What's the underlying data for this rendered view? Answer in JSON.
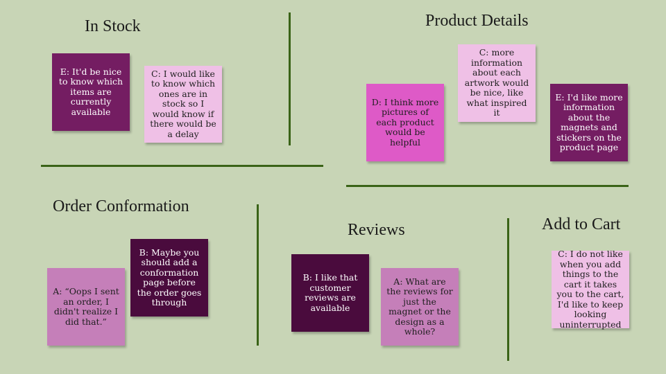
{
  "sections": {
    "in_stock": "In Stock",
    "product_details": "Product Details",
    "order_confirmation": "Order Conformation",
    "reviews": "Reviews",
    "add_to_cart": "Add to Cart"
  },
  "notes": {
    "in_stock_e": "E: It'd be nice to know which items are currently available",
    "in_stock_c": "C: I would like to know which ones are in stock so I would know if there would be a delay",
    "product_c": "C: more information about each artwork would be nice, like what inspired it",
    "product_d": "D: I think more pictures of each product would be helpful",
    "product_e": "E: I'd like more information about the magnets and stickers on the product page",
    "order_b": "B: Maybe you should add a conformation page before the order goes through",
    "order_a": "A: “Oops I sent an order, I didn't realize I did that.”",
    "reviews_b": "B: I like that customer reviews are available",
    "reviews_a": "A: What are the reviews for just the magnet or the design as a whole?",
    "cart_c": "C: I do not like when you add things to the cart it takes you to the cart, I'd like to keep looking uninterrupted"
  },
  "colors": {
    "background": "#c8d5b6",
    "divider": "#3a6317",
    "light_pink": "#efc0e6",
    "plum": "#741d62",
    "magenta": "#de5ac7",
    "dark_plum": "#4a0b3d",
    "mauve": "#c57fb9"
  }
}
